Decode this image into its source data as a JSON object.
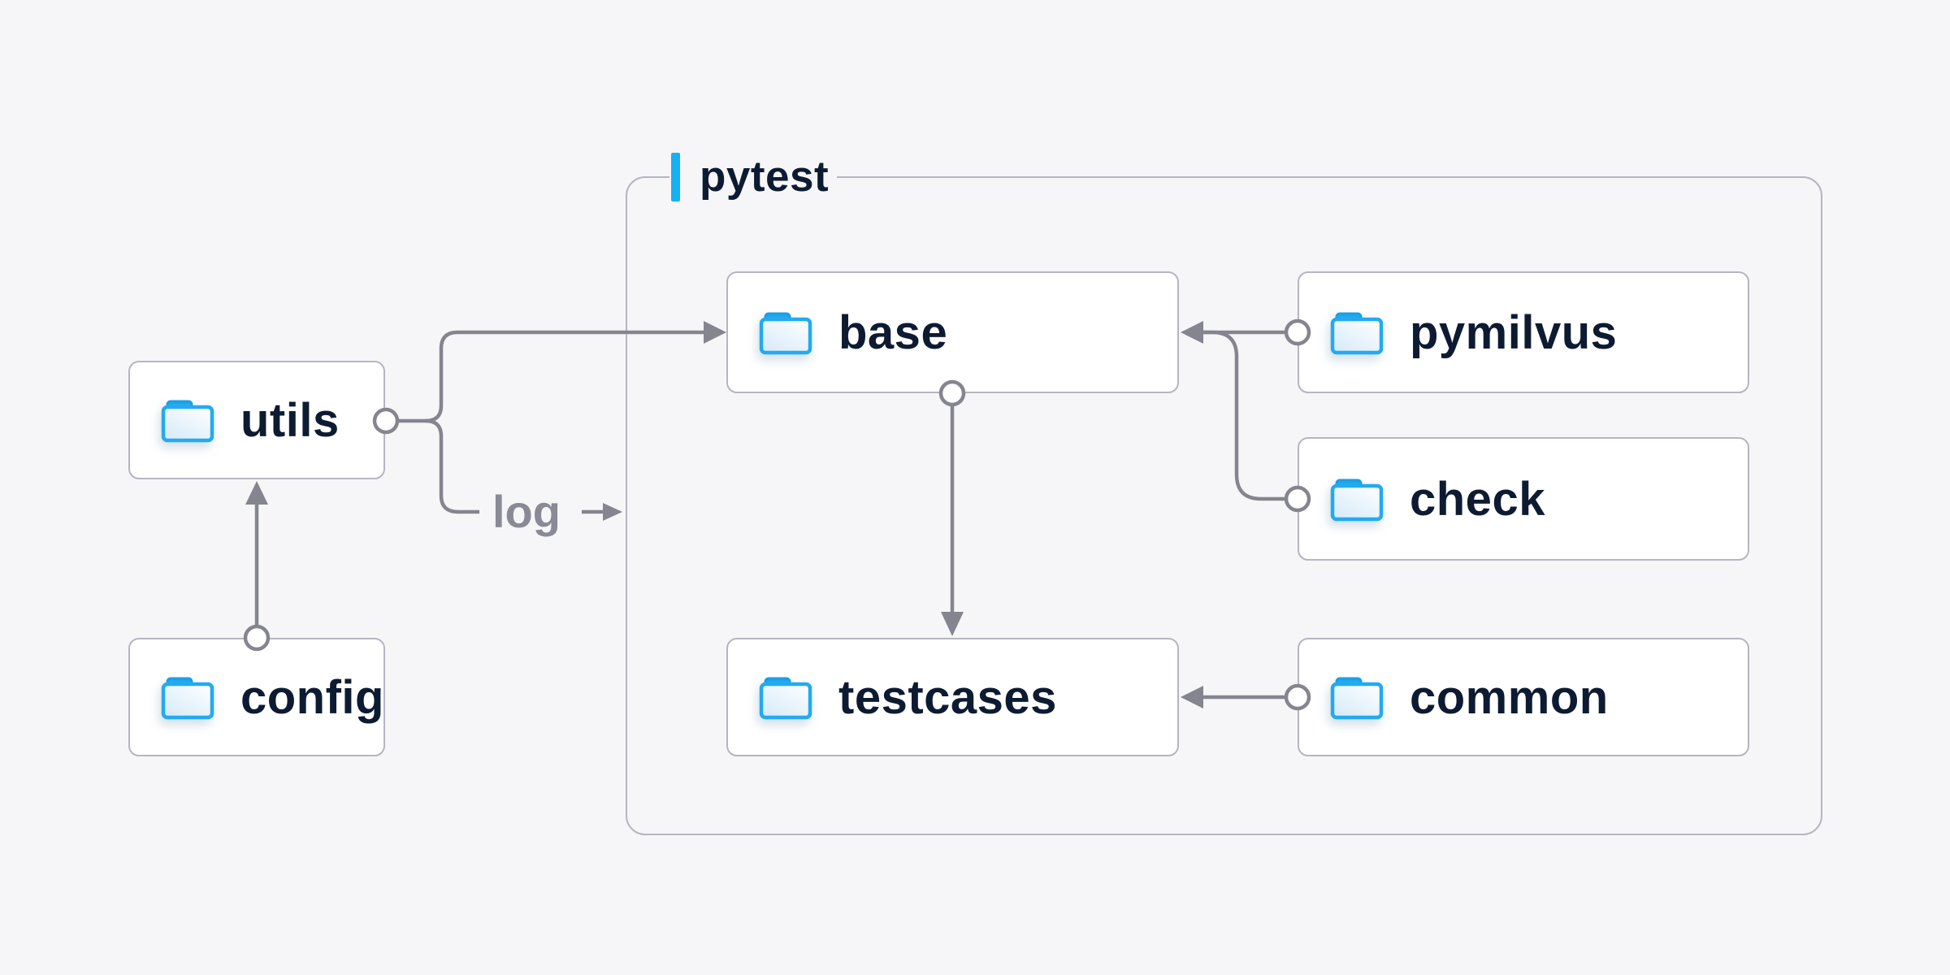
{
  "diagram": {
    "container": {
      "label": "pytest"
    },
    "nodes": {
      "utils": {
        "label": "utils",
        "icon": "folder-icon"
      },
      "config": {
        "label": "config",
        "icon": "folder-icon"
      },
      "base": {
        "label": "base",
        "icon": "folder-icon"
      },
      "pymilvus": {
        "label": "pymilvus",
        "icon": "folder-icon"
      },
      "check": {
        "label": "check",
        "icon": "folder-icon"
      },
      "testcases": {
        "label": "testcases",
        "icon": "folder-icon"
      },
      "common": {
        "label": "common",
        "icon": "folder-icon"
      }
    },
    "edges": [
      {
        "from": "config",
        "to": "utils",
        "style": "circle-to-arrow",
        "label": ""
      },
      {
        "from": "utils",
        "to": "base",
        "style": "circle-to-arrow",
        "label": ""
      },
      {
        "from": "utils",
        "to": "pytest",
        "style": "circle-to-arrow",
        "label": "log"
      },
      {
        "from": "pymilvus",
        "to": "base",
        "style": "circle-to-arrow",
        "label": ""
      },
      {
        "from": "check",
        "to": "base",
        "style": "circle-to-arrow",
        "label": ""
      },
      {
        "from": "base",
        "to": "testcases",
        "style": "circle-to-arrow",
        "label": ""
      },
      {
        "from": "common",
        "to": "testcases",
        "style": "circle-to-arrow",
        "label": ""
      }
    ],
    "colors": {
      "background": "#f6f6f8",
      "node_fill": "#ffffff",
      "node_border": "#b5b5c2",
      "node_text": "#0d1b32",
      "connector": "#85858f",
      "accent_blue": "#15b1f2",
      "folder_blue": "#23aaf0",
      "edge_label_text": "#8a8a96"
    }
  }
}
